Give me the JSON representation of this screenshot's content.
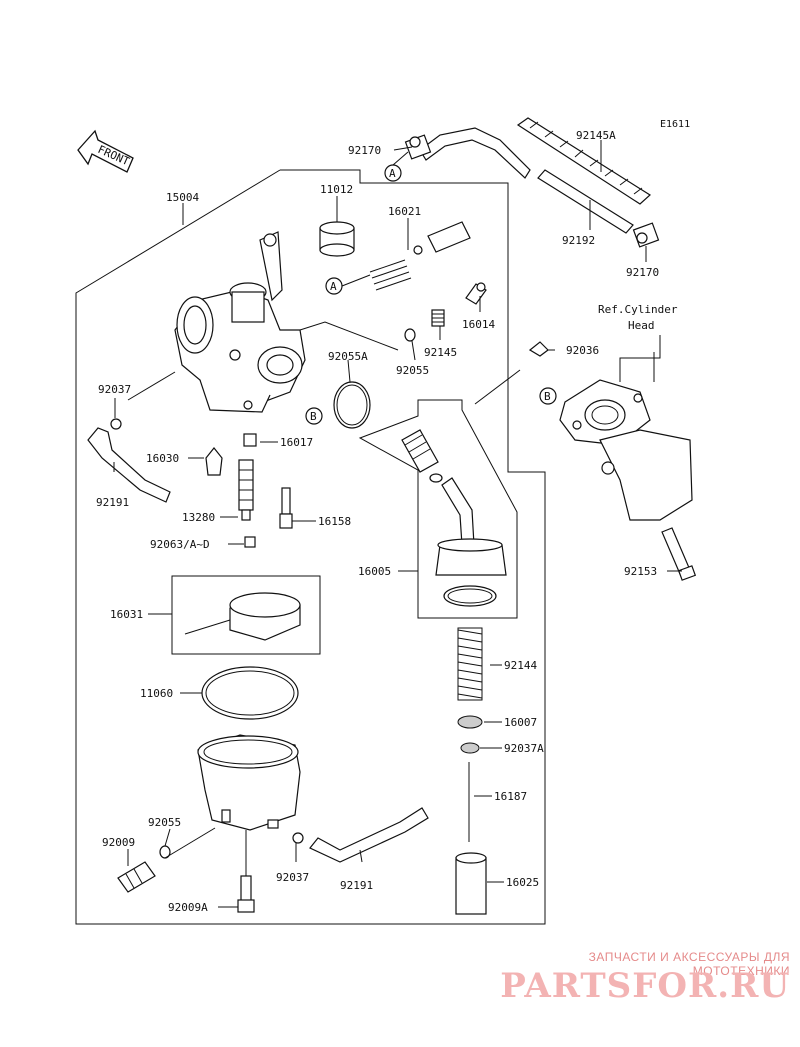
{
  "diagram_code": "E1611",
  "front_label": "FRONT",
  "ref_label_line1": "Ref.Cylinder",
  "ref_label_line2": "Head",
  "callouts": {
    "a_top": "A",
    "a_mid": "A",
    "b_left": "B",
    "b_right": "B"
  },
  "part_labels": {
    "p15004": "15004",
    "p11012": "11012",
    "p16021": "16021",
    "p92170_top": "92170",
    "p92145A": "92145A",
    "p92192": "92192",
    "p92170_bot": "92170",
    "p16014": "16014",
    "p92145": "92145",
    "p92055A": "92055A",
    "p92055_top": "92055",
    "p92036": "92036",
    "p92037_top": "92037",
    "p16030": "16030",
    "p16017": "16017",
    "p92191_left": "92191",
    "p13280": "13280",
    "p16158": "16158",
    "p92063": "92063/A~D",
    "p16005": "16005",
    "p92153": "92153",
    "p16031": "16031",
    "p92144": "92144",
    "p11060": "11060",
    "p16007": "16007",
    "p92037A": "92037A",
    "p16187": "16187",
    "p92055_bot": "92055",
    "p92009": "92009",
    "p92037_bot": "92037",
    "p92191_bot": "92191",
    "p16025": "16025",
    "p92009A": "92009A"
  },
  "watermark": {
    "line1": "ЗАПЧАСТИ И АКСЕССУАРЫ ДЛЯ МОТОТЕХНИКИ",
    "line2": "PARTSFOR.RU"
  },
  "colors": {
    "ink": "#111111",
    "watermark_red": "#e58a8a",
    "watermark_pink": "#f3b3b3"
  }
}
